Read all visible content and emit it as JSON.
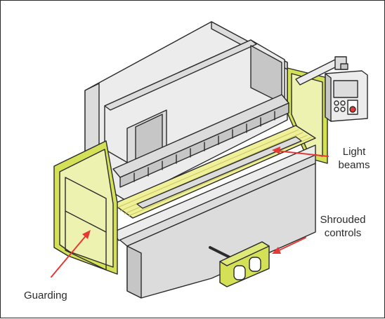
{
  "labels": {
    "light_line1": "Light",
    "light_line2": "beams",
    "shroud_line1": "Shrouded",
    "shroud_line2": "controls",
    "guarding": "Guarding"
  },
  "colors": {
    "guard_green": "#d4e157",
    "mesh_yellow": "#eef2b0",
    "beam_yellow": "#f0f09a",
    "machine_light": "#ececec",
    "machine_mid": "#dcdcdc",
    "machine_dark": "#c6c6c6",
    "outline": "#2b2b2b",
    "arrow_red": "#e53935"
  }
}
